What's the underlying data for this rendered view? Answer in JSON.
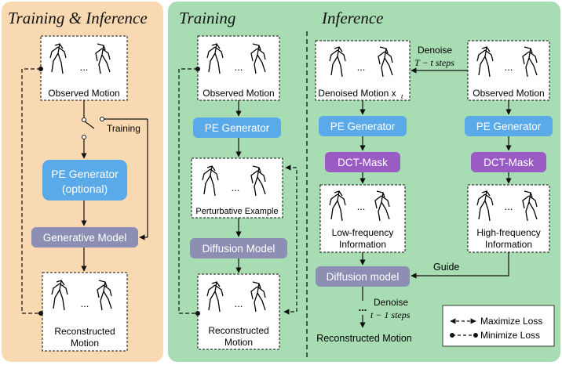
{
  "panels": {
    "left_title": "Training & Inference",
    "mid_title": "Training",
    "right_title": "Inference"
  },
  "left": {
    "observed": "Observed Motion",
    "switch_label": "Training",
    "pe_gen_line1": "PE Generator",
    "pe_gen_line2": "(optional)",
    "gen_model": "Generative Model",
    "recon_line1": "Reconstructed",
    "recon_line2": "Motion"
  },
  "mid": {
    "observed": "Observed Motion",
    "pe_gen": "PE Generator",
    "perturbative": "Perturbative Example",
    "diffusion": "Diffusion Model",
    "recon_line1": "Reconstructed",
    "recon_line2": "Motion"
  },
  "right": {
    "denoise_top_line1": "Denoise",
    "denoise_top_line2": "T − t steps",
    "denoised_motion": "Denoised Motion x",
    "denoised_sub": "t",
    "observed": "Observed Motion",
    "pe_gen_a": "PE Generator",
    "pe_gen_b": "PE Generator",
    "dct_a": "DCT-Mask",
    "dct_b": "DCT-Mask",
    "low_freq_line1": "Low-frequency",
    "low_freq_line2": "Information",
    "high_freq_line1": "High-frequency",
    "high_freq_line2": "Information",
    "diffusion": "Diffusion model",
    "guide": "Guide",
    "denoise_bottom_line1": "Denoise",
    "denoise_bottom_line2": "t − 1 steps",
    "recon": "Reconstructed Motion",
    "ellipsis": "..."
  },
  "legend": {
    "maximize": "Maximize Loss",
    "minimize": "Minimize Loss"
  },
  "ellipsis": "..."
}
